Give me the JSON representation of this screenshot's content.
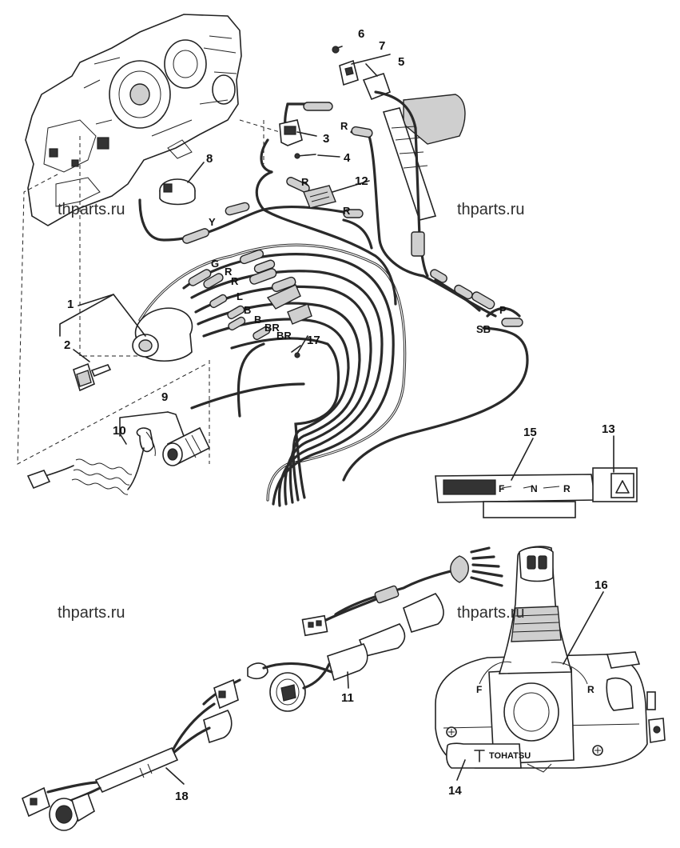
{
  "callouts": {
    "c1": "1",
    "c2": "2",
    "c3": "3",
    "c4": "4",
    "c5": "5",
    "c6": "6",
    "c7": "7",
    "c8": "8",
    "c9": "9",
    "c10": "10",
    "c11": "11",
    "c12": "12",
    "c13": "13",
    "c14": "14",
    "c15": "15",
    "c16": "16",
    "c17": "17",
    "c18": "18"
  },
  "wire_labels": {
    "r_top": "R",
    "r_mid": "R",
    "r_right": "R",
    "y": "Y",
    "g": "G",
    "r_a": "R",
    "r_b": "R",
    "l": "L",
    "b_a": "B",
    "b_b": "B",
    "br_a": "BR",
    "br_b": "BR",
    "p": "P",
    "sb": "SB"
  },
  "watermarks": [
    "thparts.ru",
    "thparts.ru",
    "thparts.ru",
    "thparts.ru"
  ],
  "indicator_panel": {
    "f": "F",
    "n": "N",
    "r": "R"
  },
  "remote_control": {
    "f": "F",
    "r": "R",
    "brand": "TOHATSU"
  }
}
